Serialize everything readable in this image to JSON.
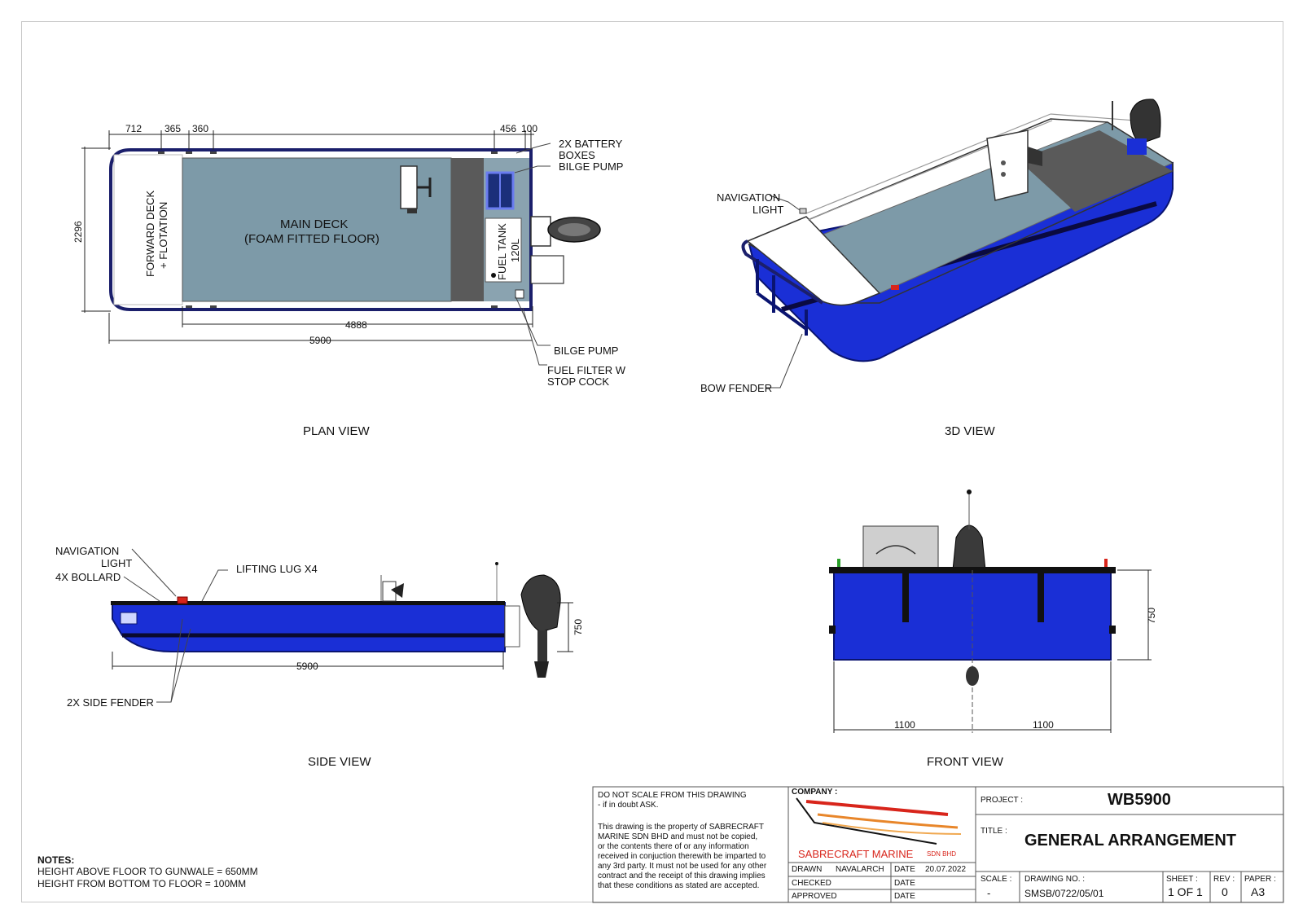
{
  "views": {
    "plan": "PLAN VIEW",
    "threed": "3D VIEW",
    "side": "SIDE VIEW",
    "front": "FRONT VIEW"
  },
  "plan": {
    "forward_deck": "FORWARD DECK",
    "flotation": "+ FLOTATION",
    "main_deck": "MAIN DECK",
    "foam_floor": "(FOAM FITTED FLOOR)",
    "fuel_tank": "FUEL TANK",
    "fuel_cap": "120L",
    "battery": "2X BATTERY",
    "battery2": "BOXES",
    "bilge_top": "BILGE PUMP",
    "bilge_bottom": "BILGE PUMP",
    "fuel_filter": "FUEL FILTER W",
    "stop_cock": "STOP COCK",
    "dims": {
      "d712": "712",
      "d365": "365",
      "d360": "360",
      "d456": "456",
      "d100": "100",
      "d2296": "2296",
      "d4888": "4888",
      "d5900": "5900"
    }
  },
  "threed": {
    "nav_light": "NAVIGATION",
    "nav_light2": "LIGHT",
    "bow_fender": "BOW FENDER"
  },
  "side": {
    "nav_light": "NAVIGATION",
    "nav_light2": "LIGHT",
    "bollard": "4X BOLLARD",
    "lifting_lug": "LIFTING LUG X4",
    "side_fender": "2X SIDE FENDER",
    "d5900": "5900",
    "d750": "750"
  },
  "front": {
    "d750": "750",
    "d1100a": "1100",
    "d1100b": "1100"
  },
  "notes": {
    "heading": "NOTES:",
    "line1": "HEIGHT ABOVE FLOOR TO GUNWALE = 650MM",
    "line2": "HEIGHT FROM BOTTOM TO FLOOR = 100MM"
  },
  "title_block": {
    "disclaimer1": "DO NOT SCALE FROM THIS DRAWING",
    "disclaimer2": " - if in doubt ASK.",
    "legal": [
      "This drawing is the property of SABRECRAFT",
      "MARINE SDN BHD and must not be copied,",
      "or the contents there of or any information",
      "received in conjuction therewith be imparted to",
      "any 3rd party. It must not be used for any other",
      "contract and the receipt of this drawing implies",
      "that these conditions as stated are accepted."
    ],
    "company_label": "COMPANY :",
    "company_name": "SABRECRAFT MARINE",
    "company_suffix": "SDN BHD",
    "drawn_label": "DRAWN",
    "drawn_value": "NAVALARCH",
    "date_label": "DATE",
    "date_value": "20.07.2022",
    "checked_label": "CHECKED",
    "checked_date_label": "DATE",
    "approved_label": "APPROVED",
    "approved_date_label": "DATE",
    "project_label": "PROJECT :",
    "project_value": "WB5900",
    "title_label": "TITLE :",
    "title_value": "GENERAL ARRANGEMENT",
    "scale_label": "SCALE :",
    "scale_value": "-",
    "drawing_no_label": "DRAWING NO. :",
    "drawing_no_value": "SMSB/0722/05/01",
    "sheet_label": "SHEET :",
    "sheet_value": "1 OF 1",
    "rev_label": "REV :",
    "rev_value": "0",
    "paper_label": "PAPER :",
    "paper_value": "A3"
  },
  "colors": {
    "hull_blue": "#1a2fd6",
    "deck_grey": "#7d9aa8",
    "dark_grey": "#5a5a5a",
    "outline": "#1b1f6b",
    "logo_red": "#d8251b",
    "logo_orange": "#e8862a"
  }
}
